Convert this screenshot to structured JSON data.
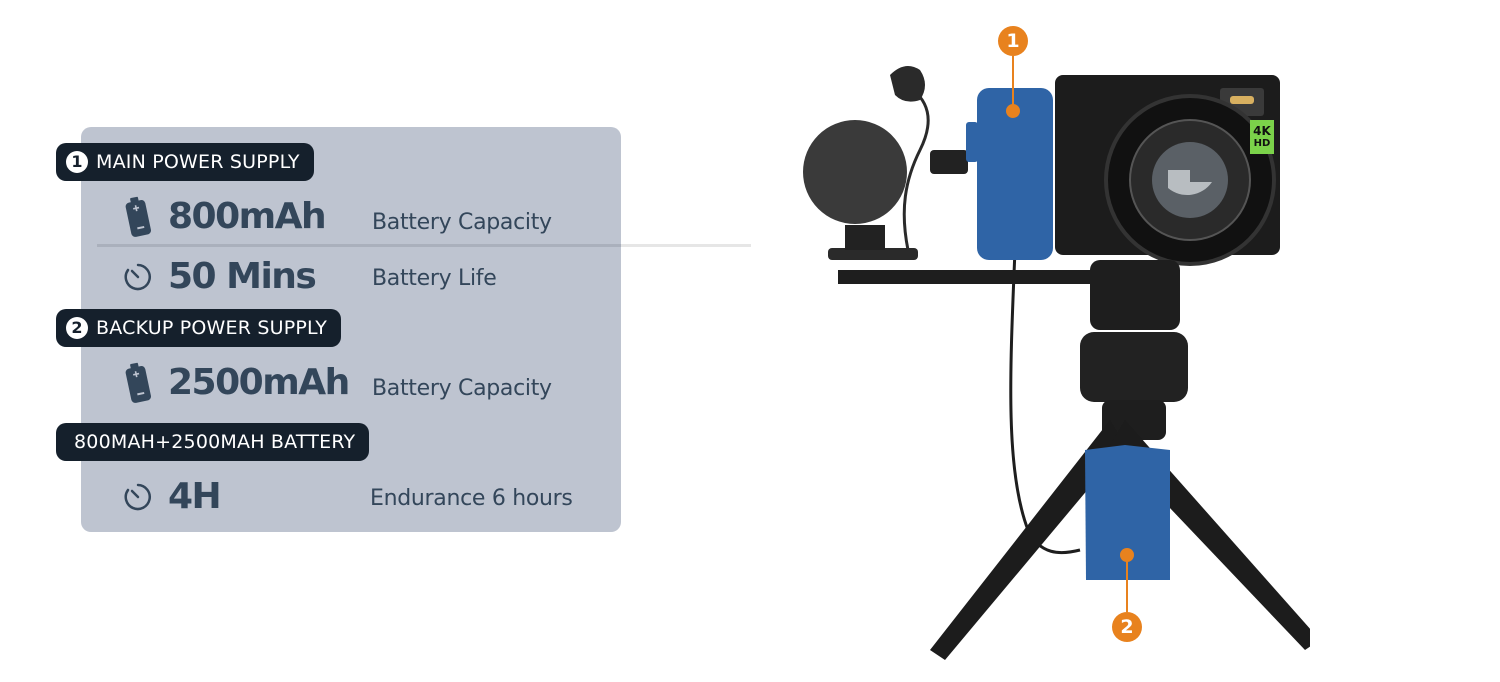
{
  "main_supply": {
    "number": "1",
    "title": "MAIN POWER SUPPLY",
    "capacity_value": "800mAh",
    "capacity_label": "Battery Capacity",
    "life_value": "50 Mins",
    "life_label": "Battery Life"
  },
  "backup_supply": {
    "number": "2",
    "title": "BACKUP POWER SUPPLY",
    "capacity_value": "2500mAh",
    "capacity_label": "Battery Capacity"
  },
  "combined": {
    "title": "800MAH+2500MAH BATTERY",
    "endurance_value": "4H",
    "endurance_label": "Endurance 6 hours"
  },
  "product": {
    "callout_1": "1",
    "callout_2": "2",
    "camera_badge": "4K",
    "camera_badge_sub": "HD"
  },
  "colors": {
    "panel": "#bec4d0",
    "pill": "#15202c",
    "text": "#33465a",
    "accent": "#e8821e",
    "battery_blue": "#2f64a6"
  }
}
